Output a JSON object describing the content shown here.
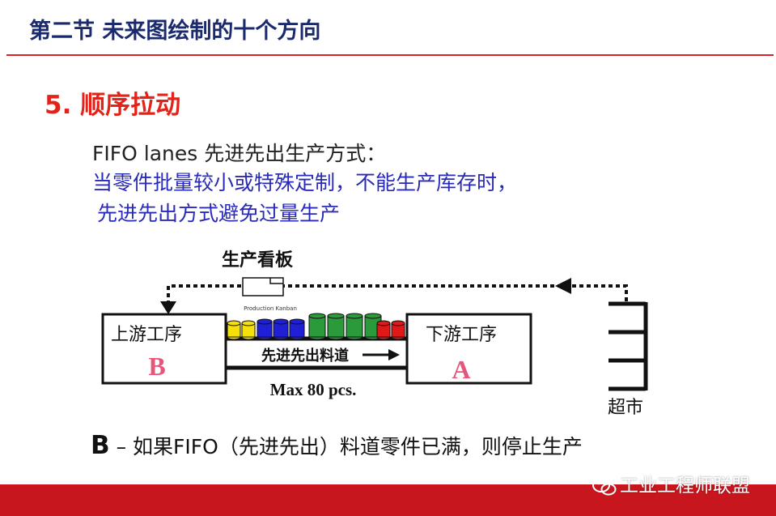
{
  "header": {
    "title": "第二节  未来图绘制的十个方向"
  },
  "topic": {
    "heading": "5.  顺序拉动"
  },
  "intro": {
    "fifo_line": "FIFO lanes 先进先出生产方式：",
    "blue_line_1": "当零件批量较小或特殊定制，不能生产库存时，",
    "blue_line_2": " 先进先出方式避免过量生产"
  },
  "diagram": {
    "kanban_label": "生产看板",
    "kanban_card_caption": "Production Kanban",
    "upstream": {
      "label": "上游工序",
      "letter": "B"
    },
    "downstream": {
      "label": "下游工序",
      "letter": "A"
    },
    "lane_label": "先进先出料道",
    "lane_capacity": "Max 80 pcs.",
    "supermarket_label": "超市",
    "cylinders": [
      {
        "color": "#f5e10a"
      },
      {
        "color": "#f5e10a"
      },
      {
        "color": "#1f1fd6"
      },
      {
        "color": "#1f1fd6"
      },
      {
        "color": "#1f1fd6"
      },
      {
        "color": "#2a9a3a"
      },
      {
        "color": "#2a9a3a"
      },
      {
        "color": "#2a9a3a"
      },
      {
        "color": "#2a9a3a"
      },
      {
        "color": "#e01818"
      },
      {
        "color": "#e01818"
      }
    ],
    "colors": {
      "letter": "#e8557a",
      "line": "#111111"
    }
  },
  "note": {
    "letter": "B",
    "text": " – 如果FIFO（先进先出）料道零件已满，则停止生产"
  },
  "watermark": {
    "text": "工业工程师联盟",
    "icon": "wechat-icon"
  },
  "colors": {
    "accent_red": "#d8232a",
    "title_blue": "#1a2a6c",
    "text_blue": "#2a2ab8"
  }
}
